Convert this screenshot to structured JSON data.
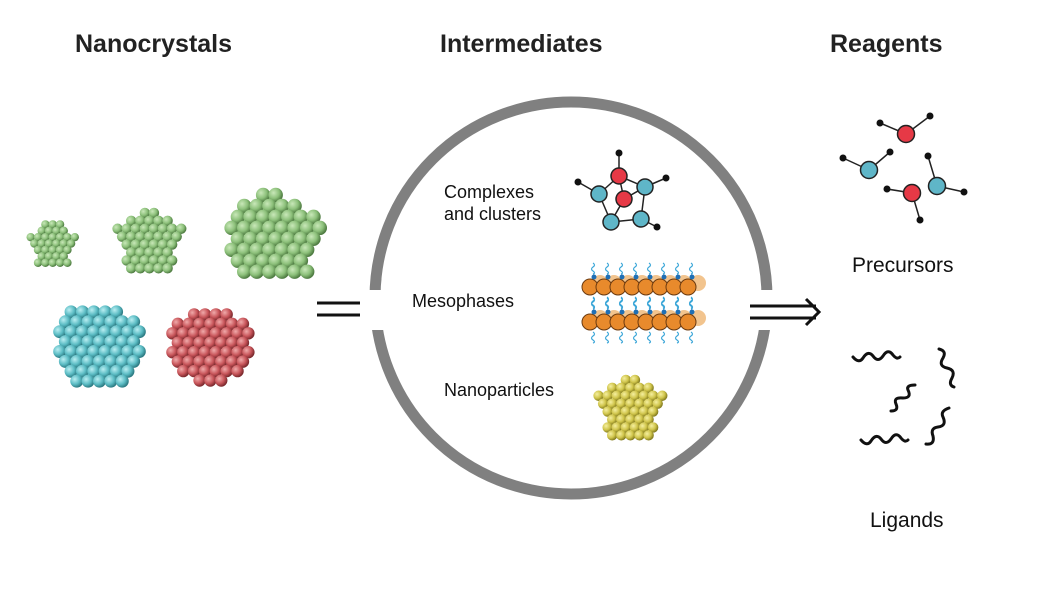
{
  "headings": {
    "nanocrystals": "Nanocrystals",
    "intermediates": "Intermediates",
    "reagents": "Reagents"
  },
  "intermediates": {
    "complexes_line1": "Complexes",
    "complexes_line2": "and clusters",
    "mesophases": "Mesophases",
    "nanoparticles": "Nanoparticles"
  },
  "reagents": {
    "precursors": "Precursors",
    "ligands": "Ligands"
  },
  "colors": {
    "green": "#8cc07a",
    "cyan": "#5bbcc4",
    "red": "#c8555a",
    "gold": "#cfc44a",
    "orange": "#e88a2c",
    "ring": "#808080",
    "atom_red": "#e63946",
    "atom_cyan": "#5fb6c8"
  }
}
